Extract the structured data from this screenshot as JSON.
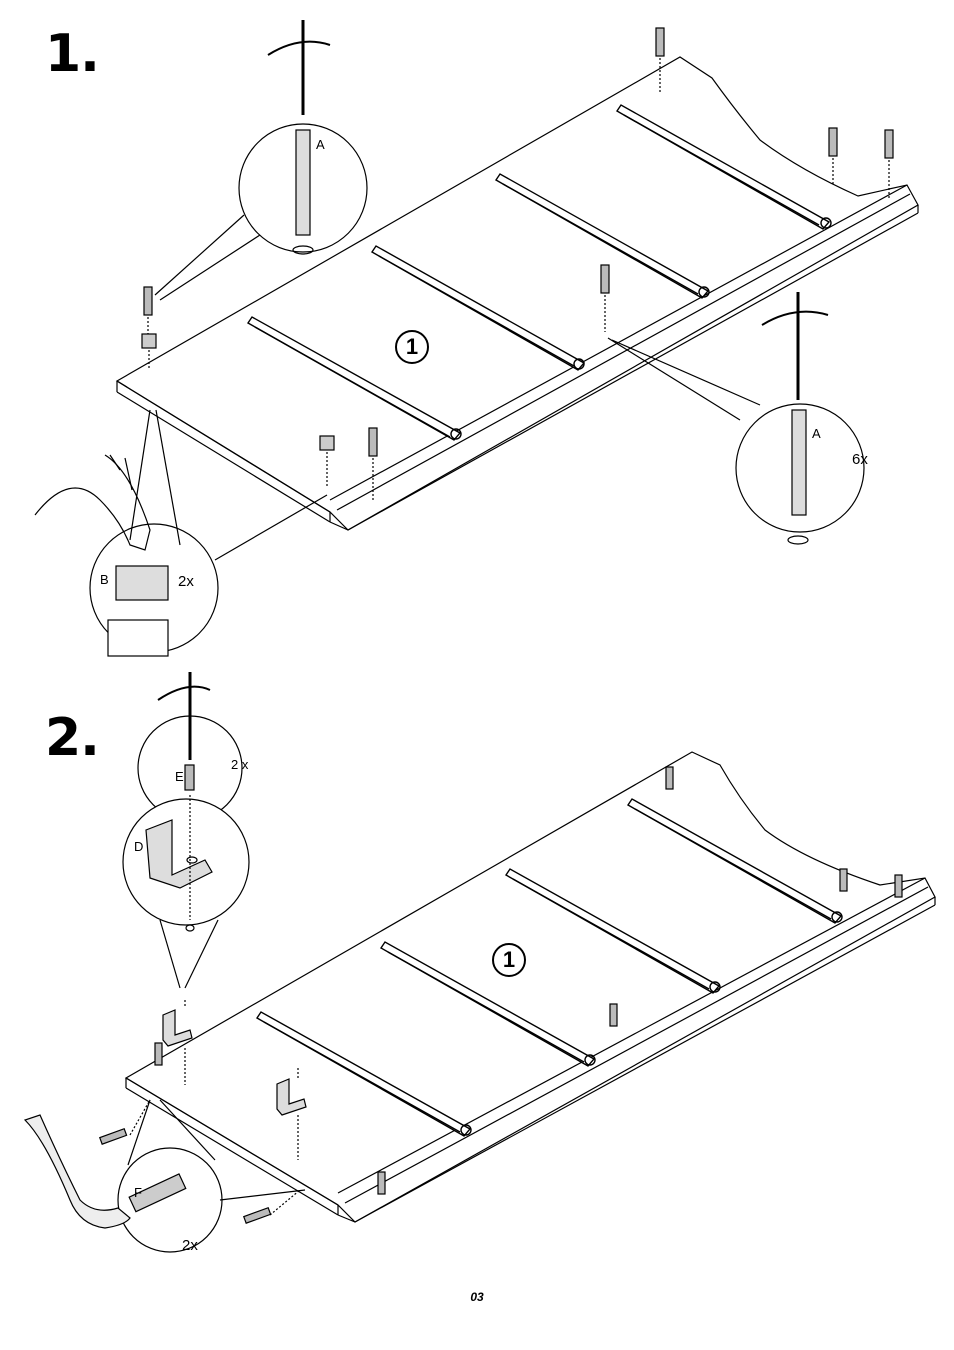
{
  "steps": [
    {
      "number": "1.",
      "panel_part": "1",
      "callouts": {
        "cam_bolt_label": "A",
        "cam_bolt_qty": "6x",
        "cam_bolt_label_right": "A",
        "cam_lock_label": "B",
        "cam_lock_qty": "2x"
      }
    },
    {
      "number": "2.",
      "panel_part": "1",
      "callouts": {
        "screw_label": "E",
        "screw_qty": "2 x",
        "bracket_label": "D",
        "dowel_label": "F",
        "dowel_qty": "2x"
      }
    }
  ],
  "footer": {
    "page_number": "03"
  }
}
